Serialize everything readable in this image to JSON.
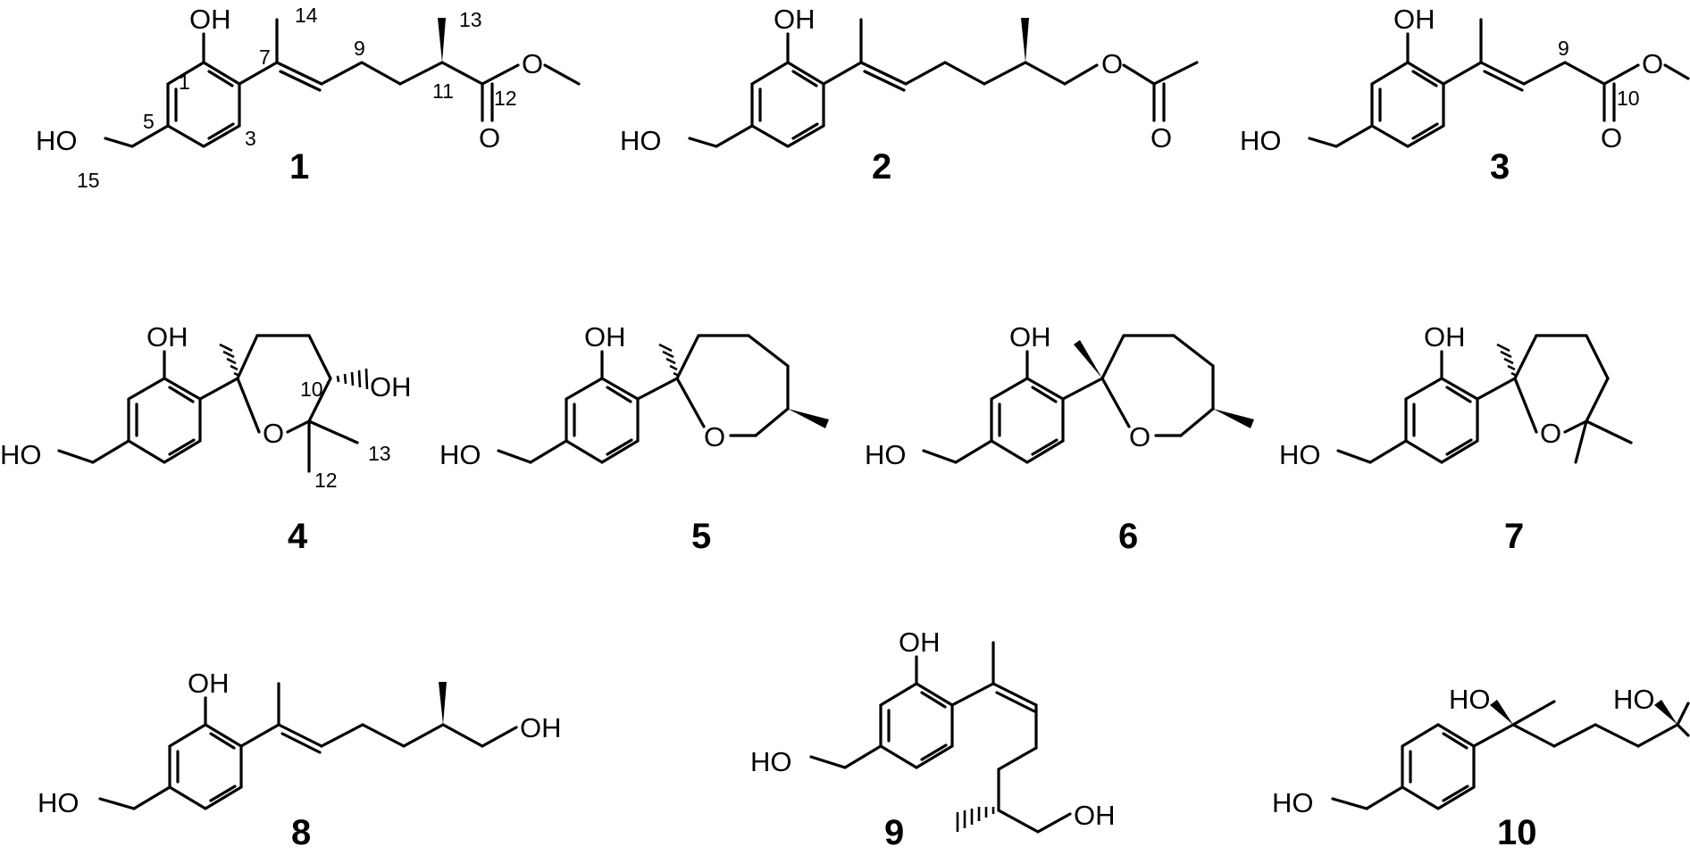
{
  "figure": {
    "compounds": [
      {
        "id": "1",
        "atom_labels": [
          "OH",
          "HO",
          "O",
          "O"
        ],
        "locants": [
          "1",
          "3",
          "5",
          "7",
          "9",
          "11",
          "12",
          "13",
          "14",
          "15"
        ]
      },
      {
        "id": "2",
        "atom_labels": [
          "OH",
          "HO",
          "O",
          "O"
        ],
        "locants": []
      },
      {
        "id": "3",
        "atom_labels": [
          "OH",
          "HO",
          "O",
          "O"
        ],
        "locants": [
          "9",
          "10"
        ]
      },
      {
        "id": "4",
        "atom_labels": [
          "OH",
          "HO",
          "O",
          "OH"
        ],
        "locants": [
          "10",
          "12",
          "13"
        ]
      },
      {
        "id": "5",
        "atom_labels": [
          "OH",
          "HO",
          "O"
        ],
        "locants": []
      },
      {
        "id": "6",
        "atom_labels": [
          "OH",
          "HO",
          "O"
        ],
        "locants": []
      },
      {
        "id": "7",
        "atom_labels": [
          "OH",
          "HO",
          "O"
        ],
        "locants": []
      },
      {
        "id": "8",
        "atom_labels": [
          "OH",
          "HO",
          "OH"
        ],
        "locants": []
      },
      {
        "id": "9",
        "atom_labels": [
          "OH",
          "HO",
          "OH"
        ],
        "locants": []
      },
      {
        "id": "10",
        "atom_labels": [
          "HO",
          "HO",
          "HO"
        ],
        "locants": []
      }
    ]
  }
}
